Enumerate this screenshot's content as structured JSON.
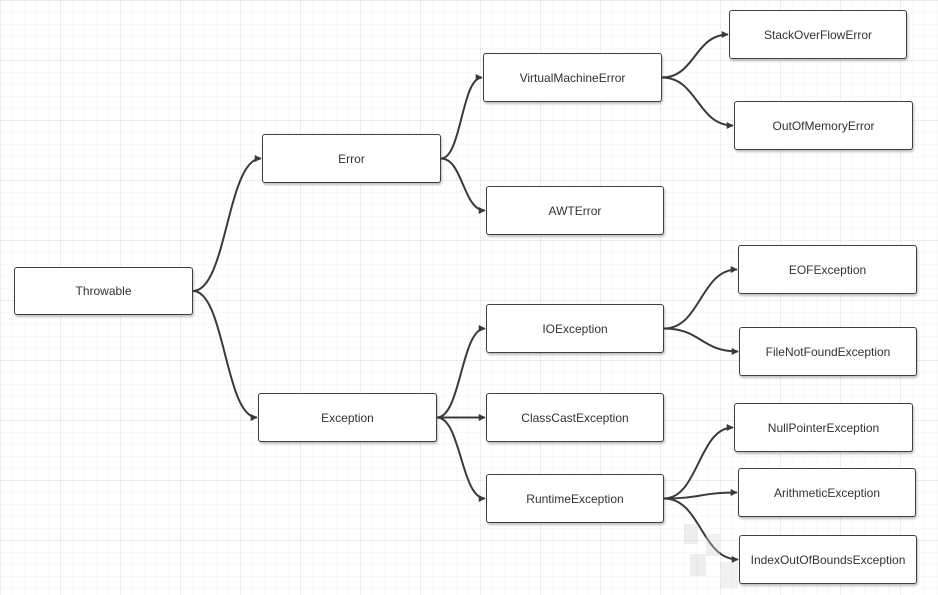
{
  "diagram": {
    "colors": {
      "line": "#3a3a3a",
      "border": "#3f3f3f",
      "text": "#333333"
    },
    "nodes": {
      "throwable": "Throwable",
      "error": "Error",
      "exception": "Exception",
      "virtual_machine_error": "VirtualMachineError",
      "awt_error": "AWTError",
      "stack_overflow_error": "StackOverFlowError",
      "out_of_memory_error": "OutOfMemoryError",
      "io_exception": "IOException",
      "class_cast_exception": "ClassCastException",
      "runtime_exception": "RuntimeException",
      "eof_exception": "EOFException",
      "file_not_found_exception": "FileNotFoundException",
      "null_pointer_exception": "NullPointerException",
      "arithmetic_exception": "ArithmeticException",
      "index_out_of_bounds_exception": "IndexOutOfBoundsException"
    },
    "edges": [
      [
        "throwable",
        "error"
      ],
      [
        "throwable",
        "exception"
      ],
      [
        "error",
        "virtual_machine_error"
      ],
      [
        "error",
        "awt_error"
      ],
      [
        "virtual_machine_error",
        "stack_overflow_error"
      ],
      [
        "virtual_machine_error",
        "out_of_memory_error"
      ],
      [
        "exception",
        "io_exception"
      ],
      [
        "exception",
        "class_cast_exception"
      ],
      [
        "exception",
        "runtime_exception"
      ],
      [
        "io_exception",
        "eof_exception"
      ],
      [
        "io_exception",
        "file_not_found_exception"
      ],
      [
        "runtime_exception",
        "null_pointer_exception"
      ],
      [
        "runtime_exception",
        "arithmetic_exception"
      ],
      [
        "runtime_exception",
        "index_out_of_bounds_exception"
      ]
    ]
  }
}
